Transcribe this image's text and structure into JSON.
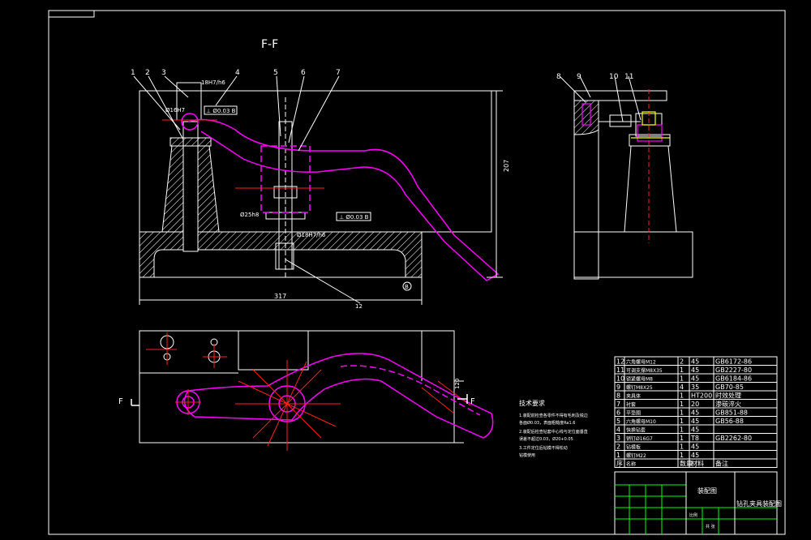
{
  "section_label": "F-F",
  "callouts": [
    "1",
    "2",
    "3",
    "4",
    "5",
    "6",
    "7",
    "8",
    "9",
    "10",
    "11"
  ],
  "dims": {
    "fit_top": "18H7/h6",
    "fit_bottom": "Ø18H7/h6",
    "bore": "Ø16H7",
    "tol_top": "⊥ Ø0.03 B",
    "tol_mid": "⊥ Ø0.03 B",
    "dia_mid": "Ø25h8",
    "height": "207",
    "width": "317",
    "bottom_12": "12",
    "datum_b": "B",
    "plan_120": "120"
  },
  "view_marks": {
    "left": "F",
    "right": "F"
  },
  "tech": {
    "title": "技术要求",
    "lines": [
      "1.装配前检查各零件不得有毛刺及锐边",
      "  各面Ø0.03，表面粗糙度Ra1.6",
      "2.装配后检查钻套中心线与定位面垂直",
      "  误差不超过0.03，Ø20+0.05",
      "3.工件定位后钻模不得松动",
      "  钻模使用"
    ]
  },
  "colors": {
    "background": "#000000",
    "outline": "#ffffff",
    "accent": "#ff00ff",
    "centerline": "#ff2020",
    "hatch": "#ffffff",
    "table_grid": "#00ff00"
  },
  "parts": [
    {
      "no": "12",
      "name": "六角螺母M12",
      "qty": "2",
      "mat": "45",
      "std": "GB6172-86"
    },
    {
      "no": "11",
      "name": "可调支撑M8X35",
      "qty": "1",
      "mat": "45",
      "std": "GB2227-80"
    },
    {
      "no": "10",
      "name": "锁紧螺母M8",
      "qty": "1",
      "mat": "45",
      "std": "GB6184-86"
    },
    {
      "no": "9",
      "name": "螺钉M8X25",
      "qty": "4",
      "mat": "35",
      "std": "GB70-85"
    },
    {
      "no": "8",
      "name": "夹具体",
      "qty": "1",
      "mat": "HT200",
      "std": "时效处理"
    },
    {
      "no": "7",
      "name": "衬套",
      "qty": "1",
      "mat": "20",
      "std": "渗碳淬火"
    },
    {
      "no": "6",
      "name": "平垫圈",
      "qty": "1",
      "mat": "45",
      "std": "GB851-88"
    },
    {
      "no": "5",
      "name": "六角螺母M10",
      "qty": "1",
      "mat": "45",
      "std": "GB56-88"
    },
    {
      "no": "4",
      "name": "快换钻套",
      "qty": "1",
      "mat": "45",
      "std": ""
    },
    {
      "no": "3",
      "name": "销钉Ø16G7",
      "qty": "1",
      "mat": "T8",
      "std": "GB2262-80"
    },
    {
      "no": "2",
      "name": "钻模板",
      "qty": "1",
      "mat": "45",
      "std": ""
    },
    {
      "no": "1",
      "name": "螺钉M22",
      "qty": "1",
      "mat": "45",
      "std": ""
    }
  ],
  "table_header": {
    "no": "序",
    "name": "名称",
    "qty": "数量",
    "mat": "材料",
    "std": "备注"
  },
  "title_block": {
    "assembly": "装配图",
    "drawing_name": "钻孔夹具装配图",
    "scale_label": "比例",
    "sheet_label": "共 张"
  }
}
